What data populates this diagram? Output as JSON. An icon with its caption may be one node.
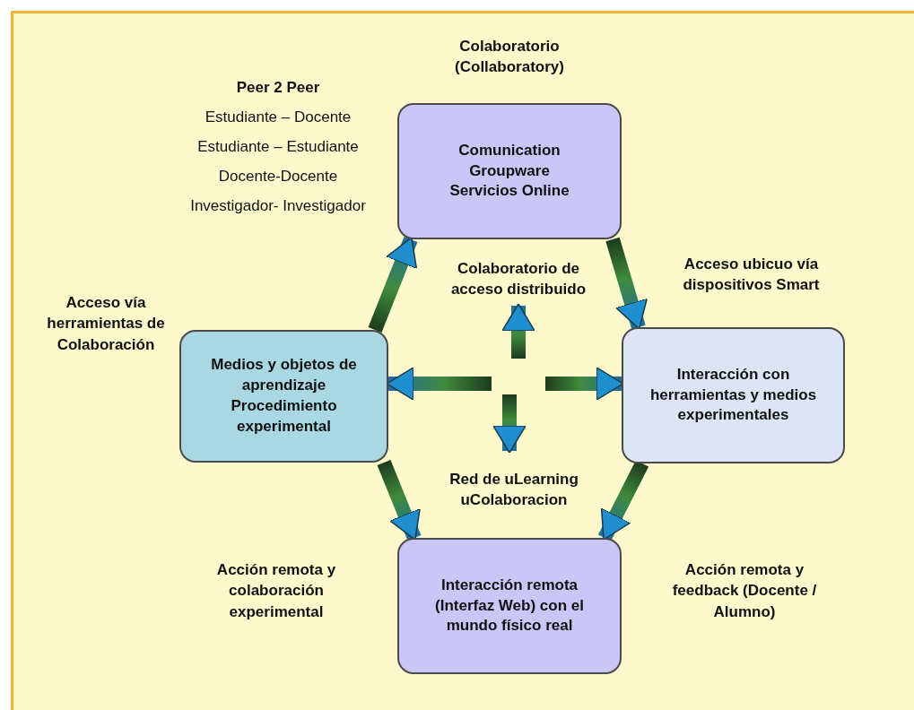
{
  "diagram": {
    "nodes": [
      {
        "text": [
          "Colaboratorio (Collaboratory)",
          "Comunication Groupware Servicios Online"
        ]
      },
      {
        "text": [
          "Colaboratorio de acceso distribuido"
        ]
      },
      {
        "text": [
          "Medios y objetos de aprendizaje Procedimiento experimental"
        ]
      },
      {
        "text": [
          "Interacción con herramientas y medios experimentales"
        ]
      },
      {
        "text": [
          "Red de uLearning uColaboracion"
        ]
      },
      {
        "text": [
          "Interacción remota (Interfaz Web) con el mundo físico real"
        ]
      }
    ],
    "edges": [
      {
        "from": 2,
        "to": 0,
        "arrow": "to"
      },
      {
        "from": 0,
        "to": 3,
        "arrow": "to"
      },
      {
        "from": null,
        "to": 1,
        "arrow": "to"
      },
      {
        "from": null,
        "to": 2,
        "arrow": "to"
      },
      {
        "from": null,
        "to": 3,
        "arrow": "to"
      },
      {
        "from": null,
        "to": 4,
        "arrow": "to"
      },
      {
        "from": 2,
        "to": 5,
        "arrow": "to"
      },
      {
        "from": 3,
        "to": 5,
        "arrow": "to"
      }
    ],
    "labels": [
      "Peer 2 Peer",
      "Estudiante – Docente",
      "Estudiante – Estudiante",
      "Docente-Docente",
      "Investigador- Investigador",
      "Acceso vía herramientas de Colaboración",
      "Acceso ubicuo vía dispositivos Smart",
      "Acción remota y colaboración experimental",
      "Acción remota y feedback (Docente / Alumno)"
    ]
  }
}
